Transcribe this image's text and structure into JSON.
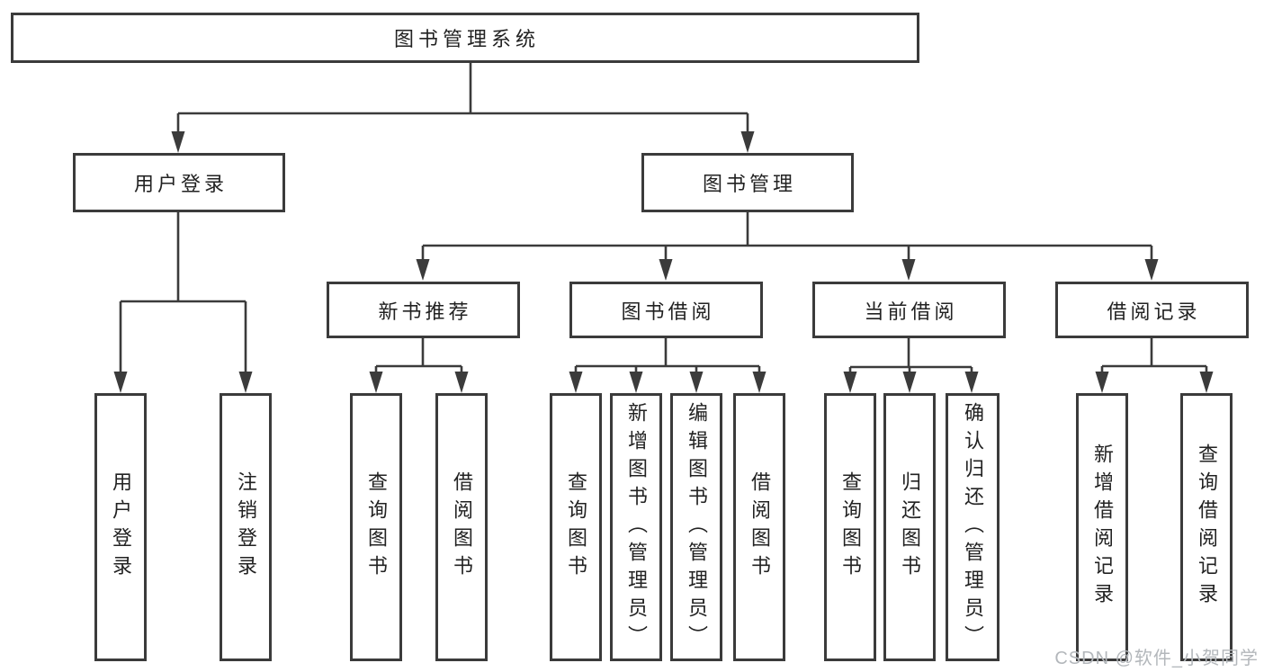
{
  "nodes": {
    "root": "图书管理系统",
    "level2": [
      "用户登录",
      "图书管理"
    ],
    "level3": [
      "新书推荐",
      "图书借阅",
      "当前借阅",
      "借阅记录"
    ],
    "leaves_login": [
      "用户登录",
      "注销登录"
    ],
    "leaves_newbook": [
      "查询图书",
      "借阅图书"
    ],
    "leaves_borrow": [
      "查询图书",
      "新增图书（管理员）",
      "编辑图书（管理员）",
      "借阅图书"
    ],
    "leaves_current": [
      "查询图书",
      "归还图书",
      "确认归还（管理员）"
    ],
    "leaves_record": [
      "新增借阅记录",
      "查询借阅记录"
    ]
  },
  "watermark": "CSDN @软件_小贺同学",
  "colors": {
    "line": "#3b3b3b",
    "box_border": "#3b3b3b",
    "text": "#222222",
    "watermark": "#b3b7bb",
    "background": "#ffffff"
  }
}
